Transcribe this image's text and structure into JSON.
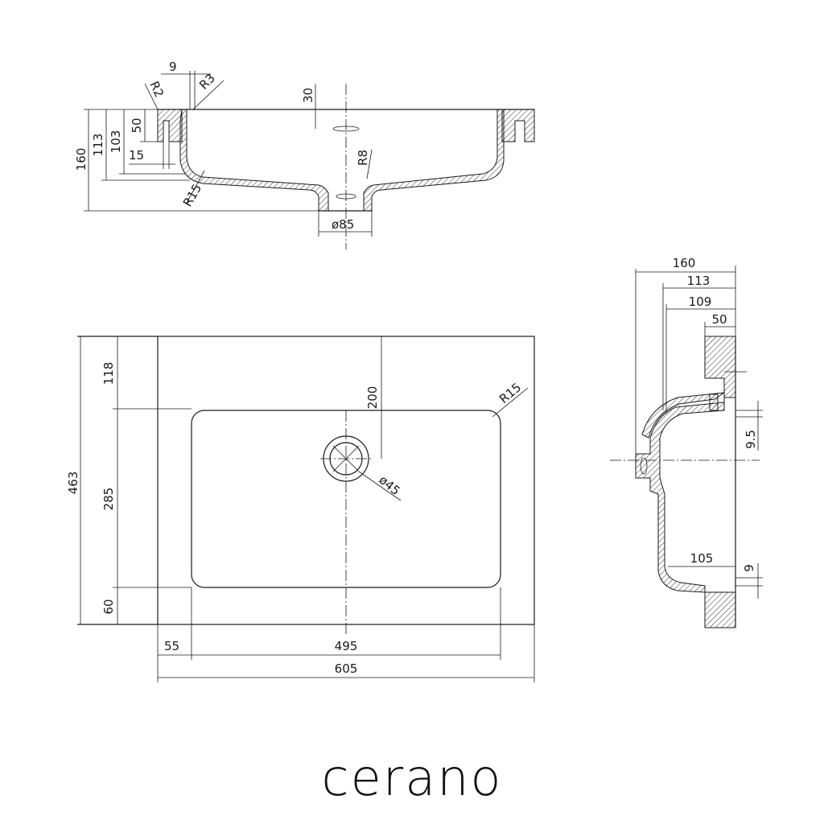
{
  "brand": "cerano",
  "top_section": {
    "dims": {
      "d9": "9",
      "r2": "R2",
      "r3": "R3",
      "d30": "30",
      "d50": "50",
      "d113": "113",
      "d103": "103",
      "d160": "160",
      "d15": "15",
      "r8": "R8",
      "r15": "R15",
      "dia85": "ø85"
    }
  },
  "plan_view": {
    "dims": {
      "d118": "118",
      "d200": "200",
      "r15": "R15",
      "d463": "463",
      "d285": "285",
      "dia45": "ø45",
      "d60": "60",
      "d55": "55",
      "d495": "495",
      "d605": "605"
    }
  },
  "side_section": {
    "dims": {
      "d160": "160",
      "d113": "113",
      "d109": "109",
      "d50": "50",
      "d95": "9.5",
      "d105": "105",
      "d9": "9"
    }
  }
}
